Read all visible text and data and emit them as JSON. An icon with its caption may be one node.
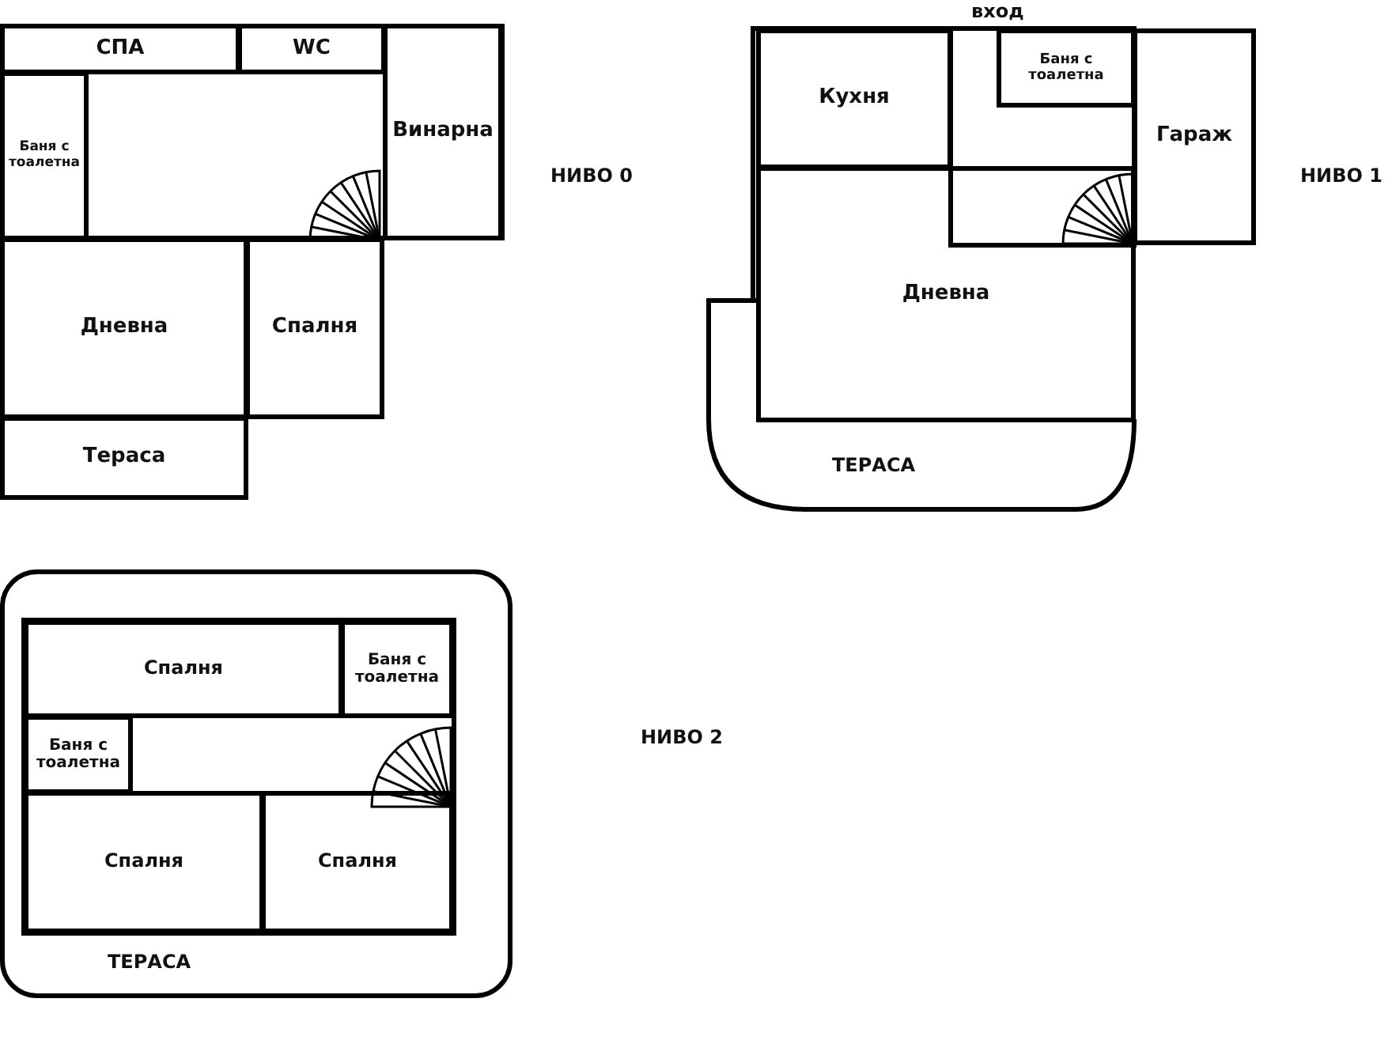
{
  "diagram": {
    "nodes": [
      {
        "text": [
          "СПА"
        ]
      },
      {
        "text": [
          "WC"
        ]
      },
      {
        "text": [
          "Винарна"
        ]
      },
      {
        "text": [
          "Баня с тоалетна"
        ]
      },
      {
        "text": [
          "Дневна"
        ]
      },
      {
        "text": [
          "Спалня"
        ]
      },
      {
        "text": [
          "Тераса"
        ]
      },
      {
        "text": [
          "Кухня"
        ]
      },
      {
        "text": [
          "Баня с тоалетна"
        ]
      },
      {
        "text": [
          "Гараж"
        ]
      },
      {
        "text": [
          "Дневна"
        ]
      },
      {
        "text": [
          "Спалня"
        ]
      },
      {
        "text": [
          "Баня с тоалетна"
        ]
      },
      {
        "text": [
          "Баня с тоалетна"
        ]
      },
      {
        "text": [
          "Спалня"
        ]
      },
      {
        "text": [
          "Спалня"
        ]
      }
    ],
    "edges": [],
    "labels": [
      "вход",
      "НИВО 0",
      "НИВО 1",
      "ТЕРАСА",
      "НИВО 2",
      "ТЕРАСА"
    ]
  }
}
